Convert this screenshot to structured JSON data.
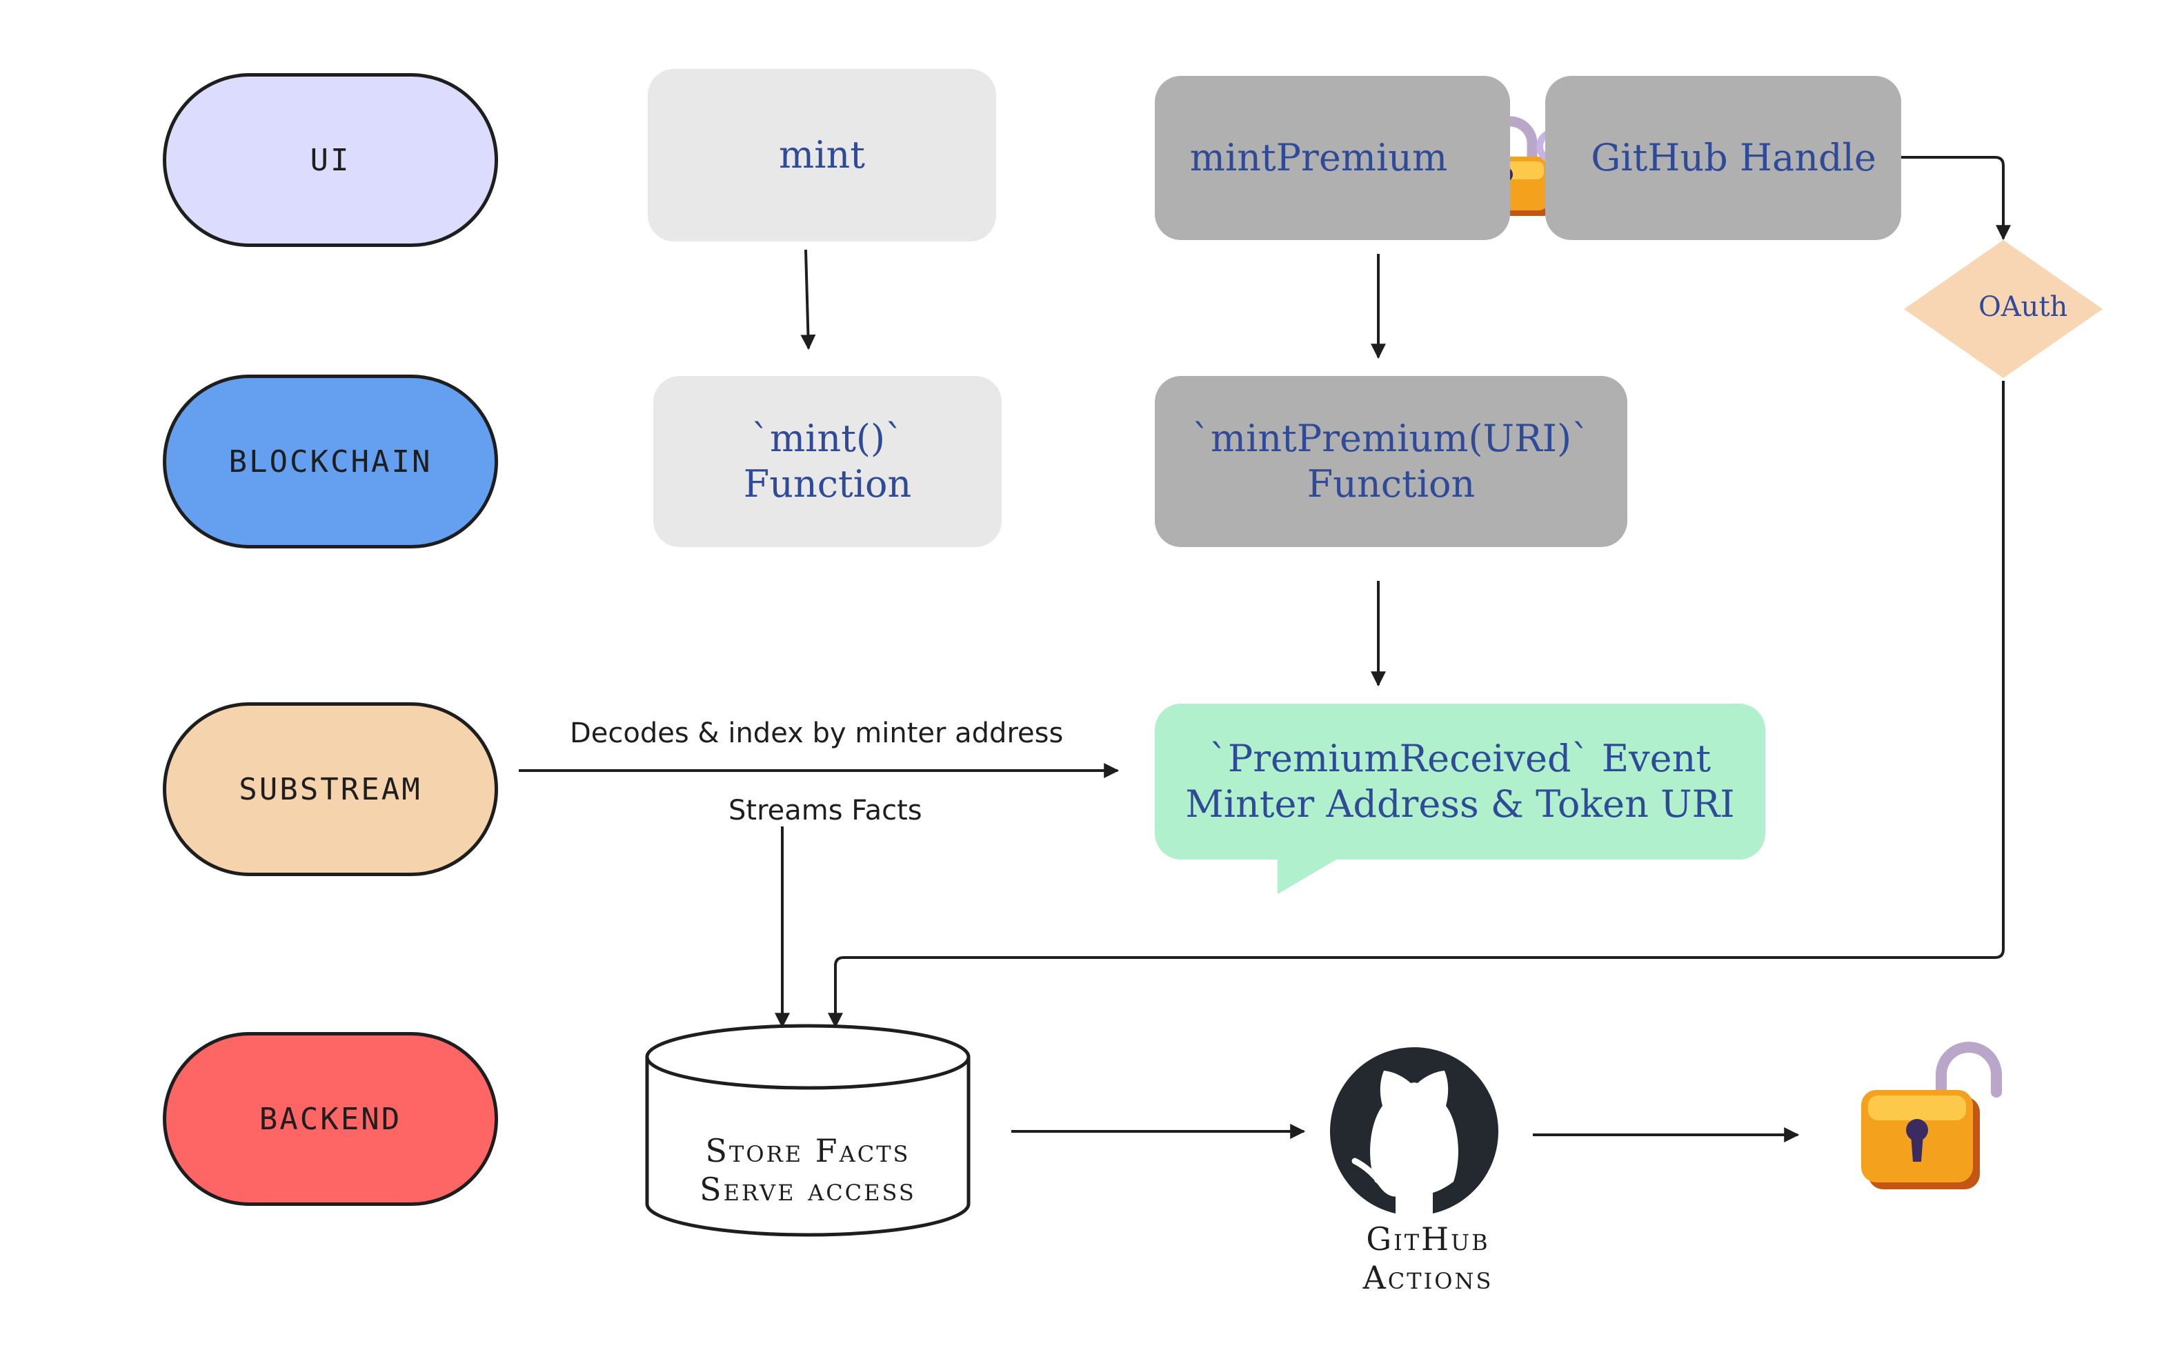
{
  "lanes": {
    "ui": "UI",
    "blockchain": "BLOCKCHAIN",
    "substream": "SUBSTREAM",
    "backend": "BACKEND"
  },
  "nodes": {
    "mint": "mint",
    "mint_premium": "mintPremium",
    "github_handle": "GitHub Handle",
    "oauth": "OAuth",
    "mint_fn_line1": "`mint()`",
    "mint_fn_line2": "Function",
    "premium_fn_line1": "`mintPremium(URI)`",
    "premium_fn_line2": "Function",
    "event_line1": "`PremiumReceived` Event",
    "event_line2": "Minter Address & Token URI",
    "store_line1": "Store Facts",
    "store_line2": "Serve access",
    "actions_line1": "GitHub",
    "actions_line2": "Actions"
  },
  "edge_labels": {
    "decodes": "Decodes & index by minter address",
    "streams": "Streams Facts"
  },
  "icons": [
    "locked-padlock-key-icon",
    "github-octocat-icon",
    "unlocked-padlock-icon"
  ],
  "colors": {
    "ui_lane": "#dcdcff",
    "blockchain_lane": "#649ff0",
    "substream_lane": "#f5d3ad",
    "backend_lane": "#fe6565",
    "node_text": "#2f4b97",
    "light_box": "#e8e8e8",
    "dark_box": "#b0b0b0",
    "event_box": "#b0f0cc",
    "oauth_diamond": "#f8d6b4"
  }
}
